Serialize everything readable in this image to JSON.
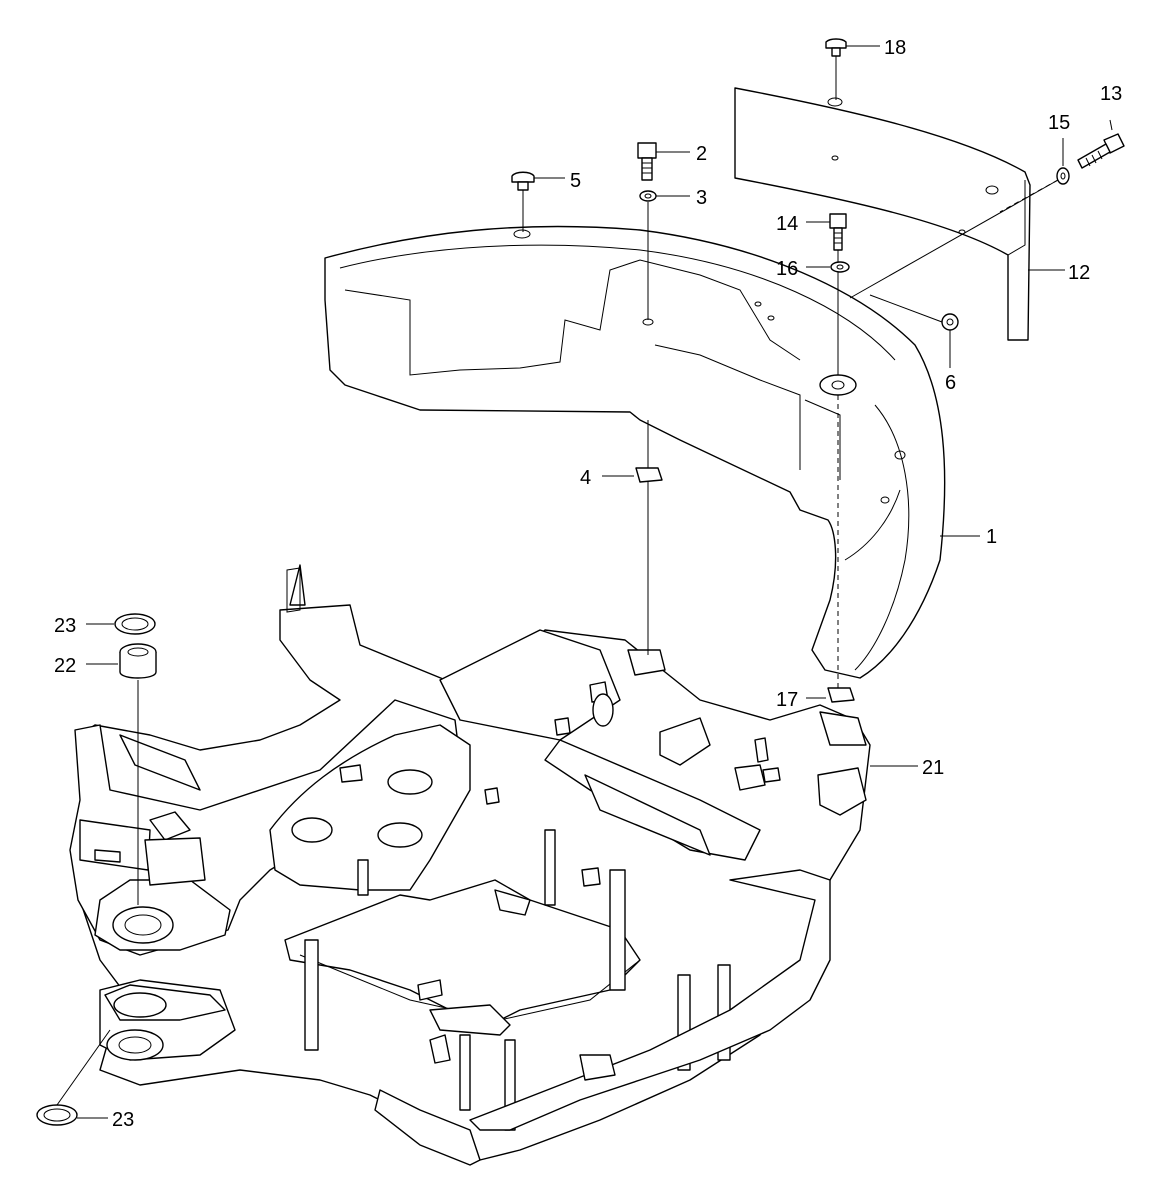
{
  "callouts": [
    {
      "id": "c1",
      "text": "1"
    },
    {
      "id": "c2",
      "text": "2"
    },
    {
      "id": "c3",
      "text": "3"
    },
    {
      "id": "c4",
      "text": "4"
    },
    {
      "id": "c5",
      "text": "5"
    },
    {
      "id": "c6",
      "text": "6"
    },
    {
      "id": "c12",
      "text": "12"
    },
    {
      "id": "c13",
      "text": "13"
    },
    {
      "id": "c14",
      "text": "14"
    },
    {
      "id": "c15",
      "text": "15"
    },
    {
      "id": "c16",
      "text": "16"
    },
    {
      "id": "c17",
      "text": "17"
    },
    {
      "id": "c18",
      "text": "18"
    },
    {
      "id": "c21",
      "text": "21"
    },
    {
      "id": "c22",
      "text": "22"
    },
    {
      "id": "c23a",
      "text": "23"
    },
    {
      "id": "c23b",
      "text": "23"
    }
  ],
  "colors": {
    "line": "#000000",
    "background": "#ffffff"
  }
}
